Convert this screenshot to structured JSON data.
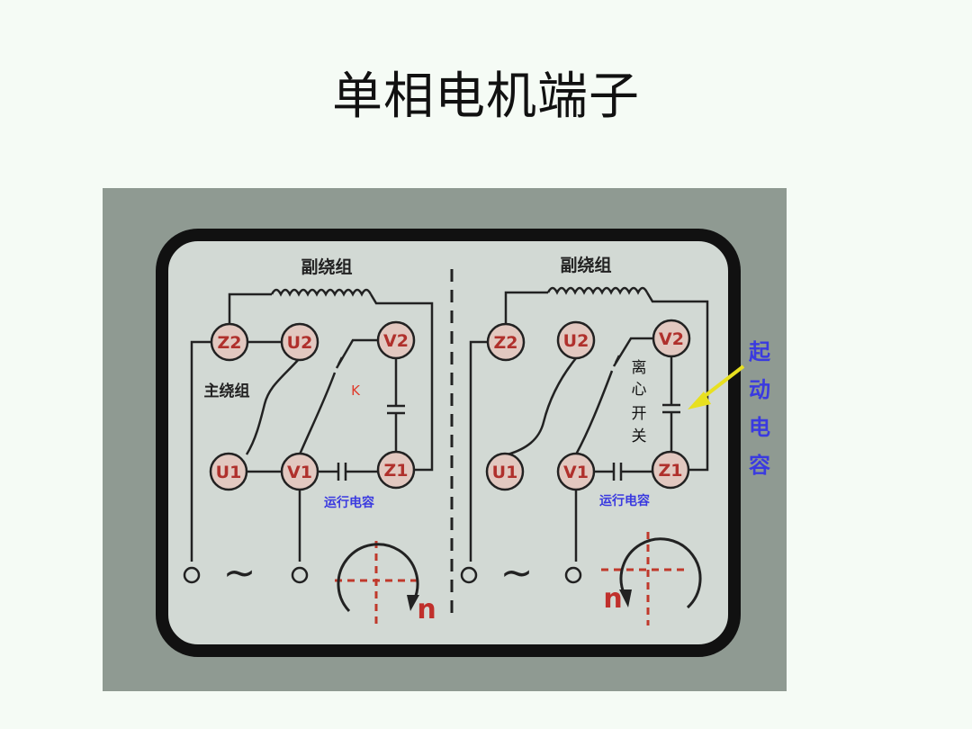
{
  "slide": {
    "title": "单相电机端子"
  },
  "diagram": {
    "left": {
      "aux_winding_label": "副绕组",
      "main_winding_label": "主绕组",
      "switch_label": "K",
      "run_capacitor_label": "运行电容",
      "terminals": [
        "Z2",
        "U2",
        "V2",
        "U1",
        "V1",
        "Z1"
      ],
      "rotation_label": "n"
    },
    "right": {
      "aux_winding_label": "副绕组",
      "centrifugal_switch_label": [
        "离",
        "心",
        "开",
        "关"
      ],
      "run_capacitor_label": "运行电容",
      "terminals": [
        "Z2",
        "U2",
        "V2",
        "U1",
        "V1",
        "Z1"
      ],
      "rotation_label": "n"
    },
    "start_capacitor_label": [
      "起",
      "动",
      "电",
      "容"
    ],
    "ac_symbol": "~",
    "colors": {
      "background": "#8f9a92",
      "panel": "#d2d9d4",
      "terminal_text": "#b0302c",
      "label_blue": "#3a3ae0",
      "arrow": "#e8e020"
    }
  }
}
